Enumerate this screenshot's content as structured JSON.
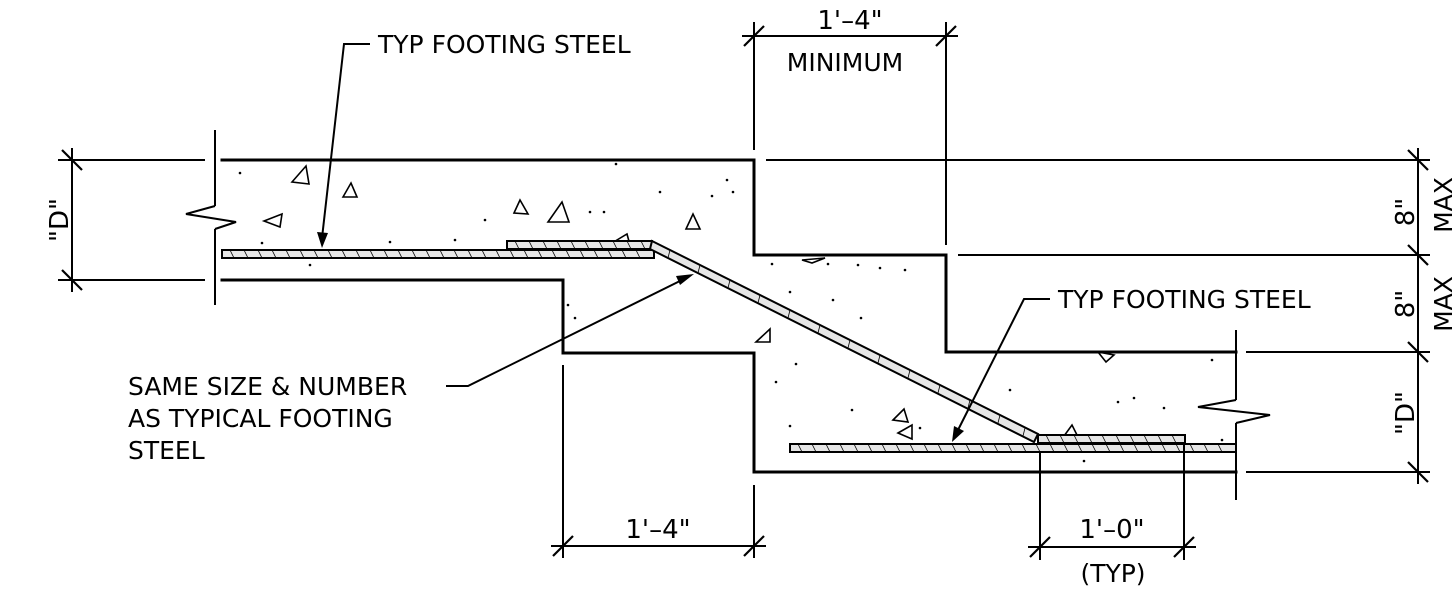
{
  "labels": {
    "typ_footing_steel_upper": "TYP FOOTING STEEL",
    "typ_footing_steel_lower": "TYP FOOTING STEEL",
    "same_size_line1": "SAME SIZE & NUMBER",
    "same_size_line2": "AS TYPICAL FOOTING",
    "same_size_line3": "STEEL"
  },
  "dimensions": {
    "top_width": "1'–4\"",
    "top_width_note": "MINIMUM",
    "bottom_width": "1'–4\"",
    "lap_length": "1'–0\"",
    "lap_note": "(TYP)",
    "depth_left": "\"D\"",
    "depth_right": "\"D\"",
    "step_upper": "8\"",
    "step_upper_note": "MAX",
    "step_lower": "8\"",
    "step_lower_note": "MAX"
  }
}
